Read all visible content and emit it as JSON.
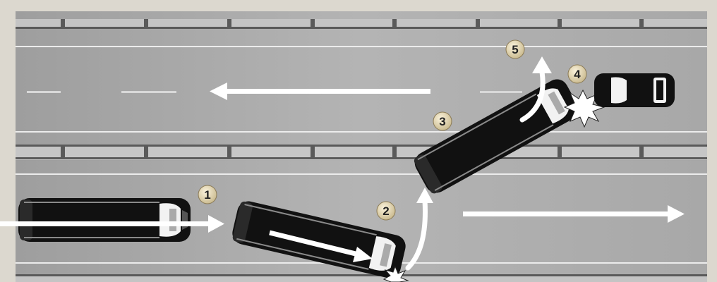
{
  "steps": [
    {
      "label": "1"
    },
    {
      "label": "2"
    },
    {
      "label": "3"
    },
    {
      "label": "4"
    },
    {
      "label": "5"
    }
  ],
  "colors": {
    "road": "#aaaaaa",
    "border": "#dcd8cf",
    "barrier_rail": "#5a5a5a",
    "vehicle": "#111111",
    "arrow": "#ffffff",
    "badge": "#e6d8b4"
  }
}
